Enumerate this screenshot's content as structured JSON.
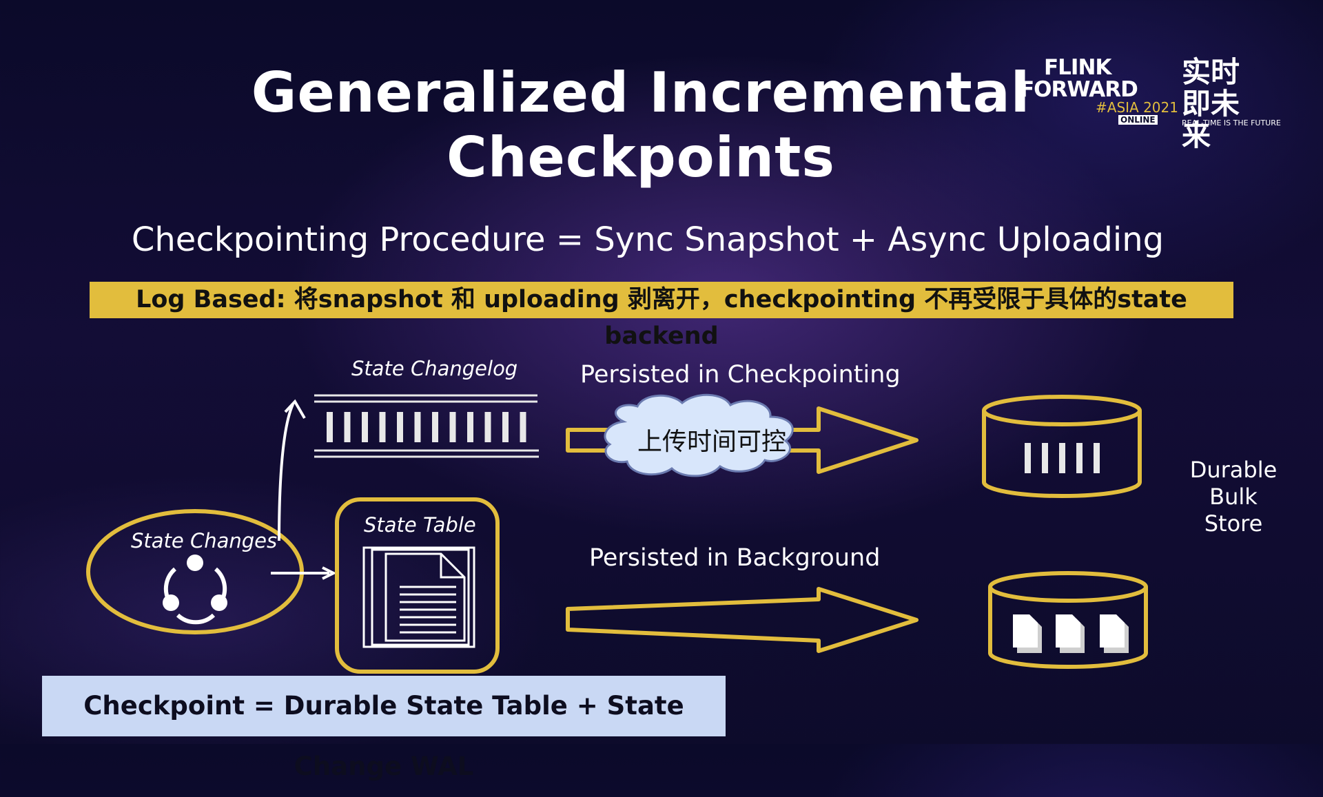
{
  "slide": {
    "title_line1": "Generalized Incremental",
    "title_line2": "Checkpoints",
    "formula": "Checkpointing Procedure  = Sync Snapshot +  Async Uploading",
    "banner": "Log Based: 将snapshot 和 uploading 剥离开，checkpointing 不再受限于具体的state backend",
    "bottom_box": "Checkpoint = Durable State Table + State Change WAL"
  },
  "logo": {
    "line1": "FLINK",
    "line2": "FORWARD",
    "event": "#ASIA 2021",
    "mode": "ONLINE",
    "chinese": "实时即未来",
    "tagline": "REAL-TIME IS THE FUTURE"
  },
  "diagram": {
    "state_changelog_label": "State Changelog",
    "state_changes_label": "State Changes",
    "state_table_label": "State Table",
    "persisted_checkpointing_label": "Persisted in Checkpointing",
    "persisted_background_label": "Persisted in Background",
    "cloud_text": "上传时间可控",
    "store_label_lines": [
      "Durable",
      "Bulk",
      "Store"
    ],
    "accent_color": "#e2bd3d",
    "icons": [
      "share-icon",
      "document-stack-icon",
      "file-icon"
    ]
  }
}
